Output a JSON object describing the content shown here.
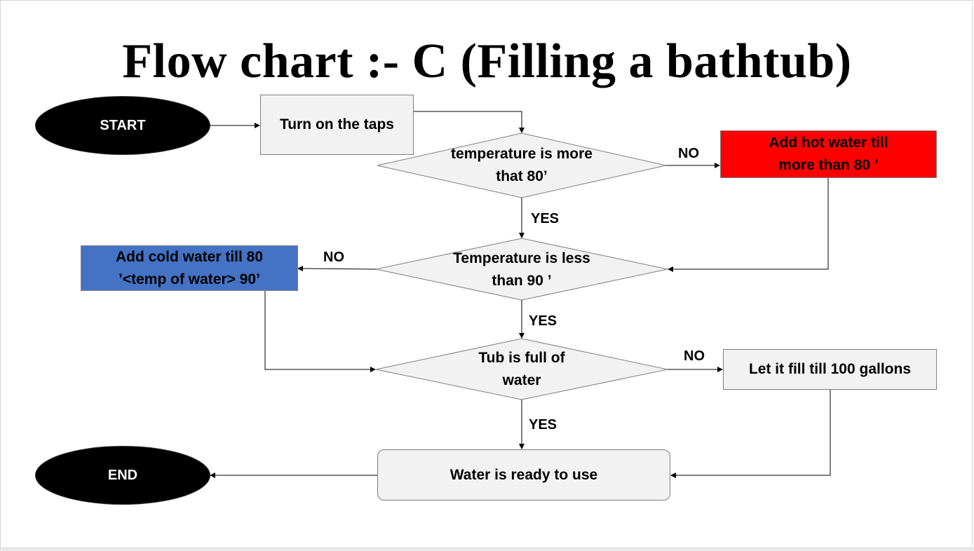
{
  "title": "Flow chart :- C (Filling a bathtub)",
  "colors": {
    "terminal_fill": "#000000",
    "process_fill": "#f2f2f2",
    "hot_water_fill": "#ff0000",
    "cold_water_fill": "#4472c4",
    "border": "#7f7f7f"
  },
  "nodes": {
    "start": "START",
    "turn_on": "Turn on the taps",
    "decision_temp_more": "temperature is more that  80’",
    "add_hot": "Add hot water till more than 80 ’",
    "decision_temp_less": "Temperature is less than 90 ’",
    "add_cold": "Add cold water till 80 ’<temp of water> 90’",
    "decision_tub_full": "Tub is full of water",
    "fill_100": "Let it fill till 100 gallons",
    "ready": "Water is ready to use",
    "end": "END"
  },
  "labels": {
    "no_hot": "NO",
    "yes_1": "YES",
    "no_cold": "NO",
    "yes_2": "YES",
    "no_fill": "NO",
    "yes_3": "YES"
  }
}
